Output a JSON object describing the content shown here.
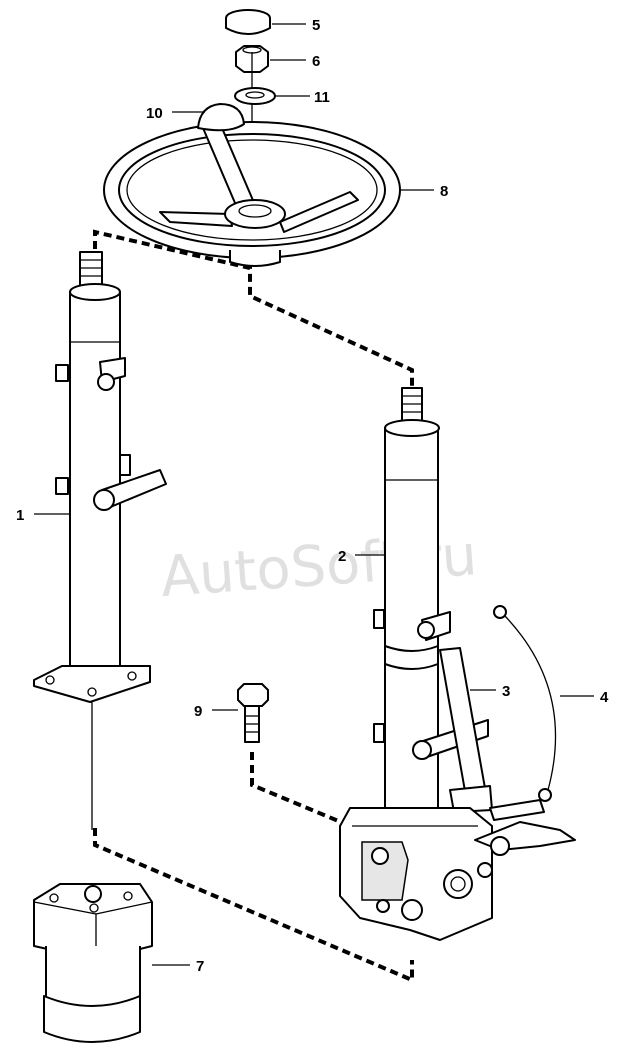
{
  "watermark": "AutoSoft.ru",
  "callouts": [
    {
      "id": "1",
      "label": "1"
    },
    {
      "id": "2",
      "label": "2"
    },
    {
      "id": "3",
      "label": "3"
    },
    {
      "id": "4",
      "label": "4"
    },
    {
      "id": "5",
      "label": "5"
    },
    {
      "id": "6",
      "label": "6"
    },
    {
      "id": "7",
      "label": "7"
    },
    {
      "id": "8",
      "label": "8"
    },
    {
      "id": "9",
      "label": "9"
    },
    {
      "id": "10",
      "label": "10"
    },
    {
      "id": "11",
      "label": "11"
    }
  ]
}
